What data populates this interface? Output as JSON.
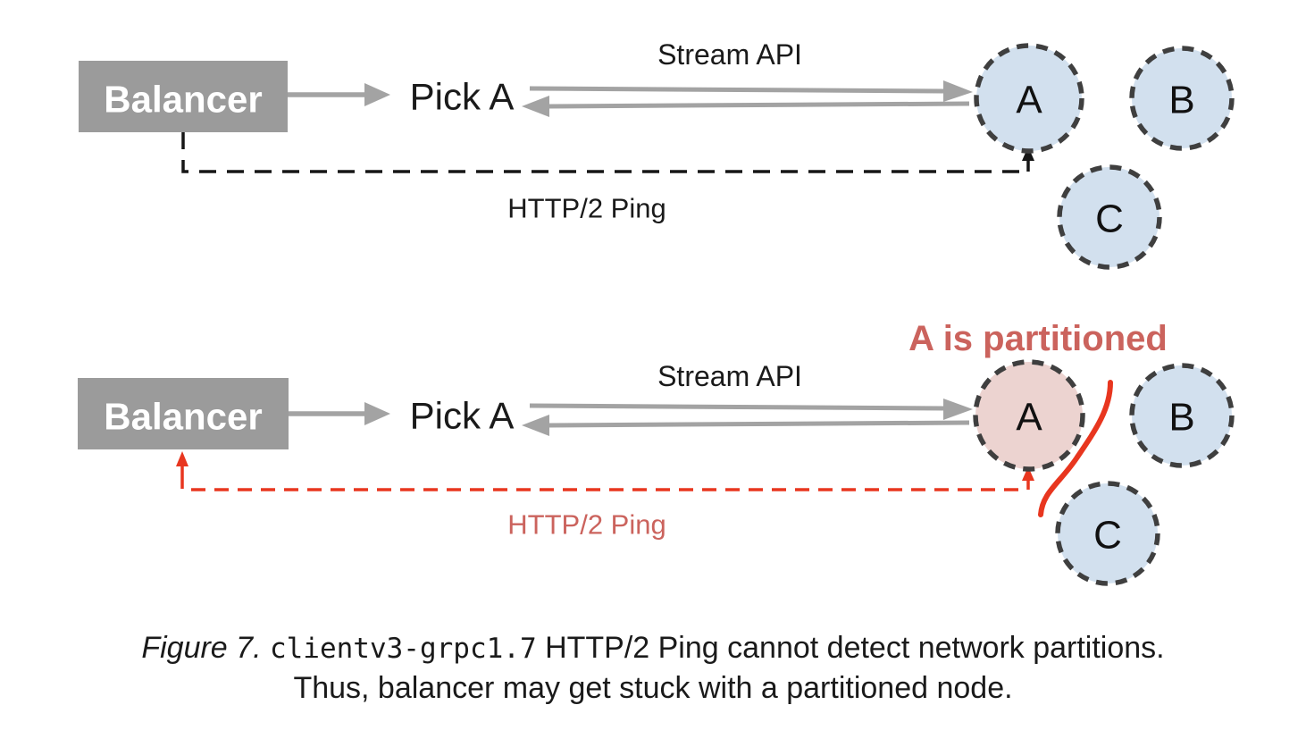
{
  "colors": {
    "balancer_gray": "#9b9b9b",
    "arrow_gray": "#a3a3a3",
    "node_fill_blue": "#d2e0ee",
    "node_fill_pink": "#ecd3d0",
    "node_border": "#3f3f3f",
    "alert_red": "#e8361f",
    "soft_red": "#cb635d",
    "text_black": "#1a1a1a",
    "text_white": "#ffffff"
  },
  "top_panel": {
    "balancer_label": "Balancer",
    "pick_label": "Pick A",
    "stream_api_label": "Stream API",
    "ping_label": "HTTP/2 Ping",
    "nodes": [
      {
        "label": "A"
      },
      {
        "label": "B"
      },
      {
        "label": "C"
      }
    ]
  },
  "bottom_panel": {
    "balancer_label": "Balancer",
    "pick_label": "Pick A",
    "stream_api_label": "Stream API",
    "ping_label": "HTTP/2 Ping",
    "partition_label": "A is partitioned",
    "nodes": [
      {
        "label": "A"
      },
      {
        "label": "B"
      },
      {
        "label": "C"
      }
    ]
  },
  "caption": {
    "figure_label": "Figure 7.",
    "code_text": "clientv3-grpc1.7",
    "line1_rest": "HTTP/2 Ping cannot detect network partitions.",
    "line2": "Thus, balancer may get stuck with a partitioned node."
  }
}
